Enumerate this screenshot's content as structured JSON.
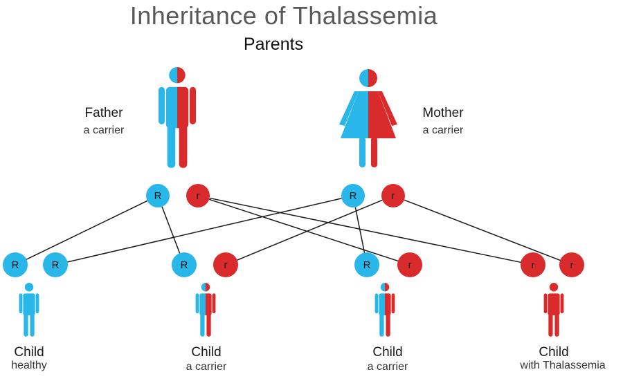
{
  "title": "Inheritance of Thalassemia",
  "subtitle": "Parents",
  "colors": {
    "healthy": "#29b6e8",
    "affected": "#d92b2b",
    "line": "#1a1a1a"
  },
  "parents": [
    {
      "role": "Father",
      "status": "a carrier",
      "icon": "male-figure-icon",
      "alleles": [
        "R",
        "r"
      ]
    },
    {
      "role": "Mother",
      "status": "a carrier",
      "icon": "female-figure-icon",
      "alleles": [
        "R",
        "r"
      ]
    }
  ],
  "children": [
    {
      "label": "Child",
      "status": "healthy",
      "alleles": [
        "R",
        "R"
      ],
      "figure": "healthy"
    },
    {
      "label": "Child",
      "status": "a carrier",
      "alleles": [
        "R",
        "r"
      ],
      "figure": "carrier"
    },
    {
      "label": "Child",
      "status": "a carrier",
      "alleles": [
        "R",
        "r"
      ],
      "figure": "carrier"
    },
    {
      "label": "Child",
      "status": "with Thalassemia",
      "alleles": [
        "r",
        "r"
      ],
      "figure": "affected"
    }
  ],
  "inheritance_links": [
    {
      "parent": 0,
      "allele": 0,
      "child": 0,
      "child_allele": 0
    },
    {
      "parent": 1,
      "allele": 0,
      "child": 0,
      "child_allele": 1
    },
    {
      "parent": 0,
      "allele": 0,
      "child": 1,
      "child_allele": 0
    },
    {
      "parent": 1,
      "allele": 1,
      "child": 1,
      "child_allele": 1
    },
    {
      "parent": 1,
      "allele": 0,
      "child": 2,
      "child_allele": 0
    },
    {
      "parent": 0,
      "allele": 1,
      "child": 2,
      "child_allele": 1
    },
    {
      "parent": 0,
      "allele": 1,
      "child": 3,
      "child_allele": 0
    },
    {
      "parent": 1,
      "allele": 1,
      "child": 3,
      "child_allele": 1
    }
  ]
}
